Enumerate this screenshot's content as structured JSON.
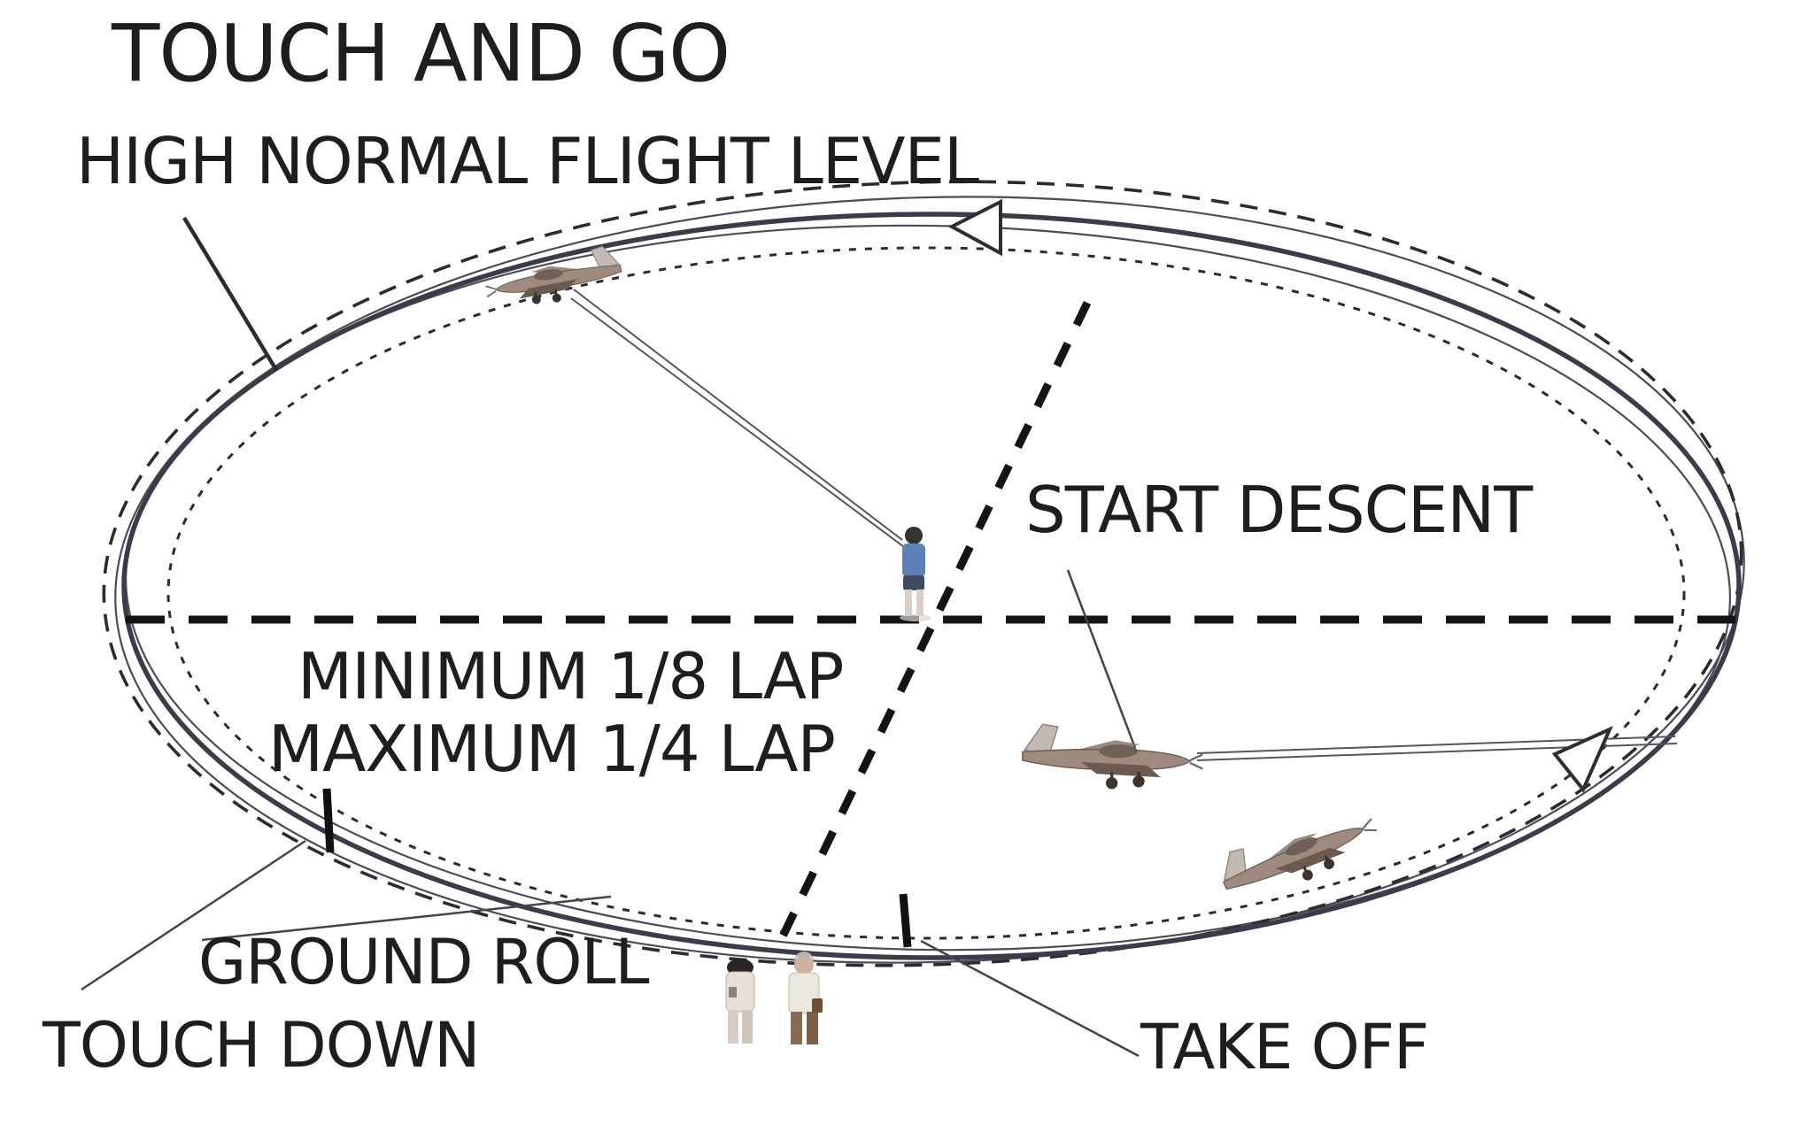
{
  "diagram": {
    "subject": "control-line model aircraft touch-and-go maneuver",
    "labels": {
      "title": "TOUCH AND GO",
      "high_normal": "HIGH NORMAL FLIGHT LEVEL",
      "start_descent": "START DESCENT",
      "min_lap": "MINIMUM 1/8 LAP",
      "max_lap": "MAXIMUM 1/4 LAP",
      "ground_roll": "GROUND ROLL",
      "touch_down": "TOUCH DOWN",
      "take_off": "TAKE OFF"
    },
    "icons": {
      "planes": [
        "model-airplane-top",
        "model-airplane-start-descent",
        "model-airplane-climbing"
      ],
      "people": [
        "pilot-figure",
        "spectator-left",
        "spectator-right"
      ],
      "arrows": [
        "direction-arrow-top-left-pointing",
        "direction-arrow-right-up-pointing"
      ]
    },
    "palette": {
      "background": "#ffffff",
      "text": "#1e1e1e",
      "main_circle": "#3b3b4a",
      "bold_dashes": "#141414",
      "thin_lines": "#4c4c58",
      "plane_body": "#a08a80",
      "plane_fin": "#c2bab2",
      "pilot_shirt": "#5d80b8",
      "pilot_shorts": "#3f4b5e",
      "spectator_shirt": "#ebe5dc",
      "spectator_pants": "#8a6a50"
    }
  }
}
